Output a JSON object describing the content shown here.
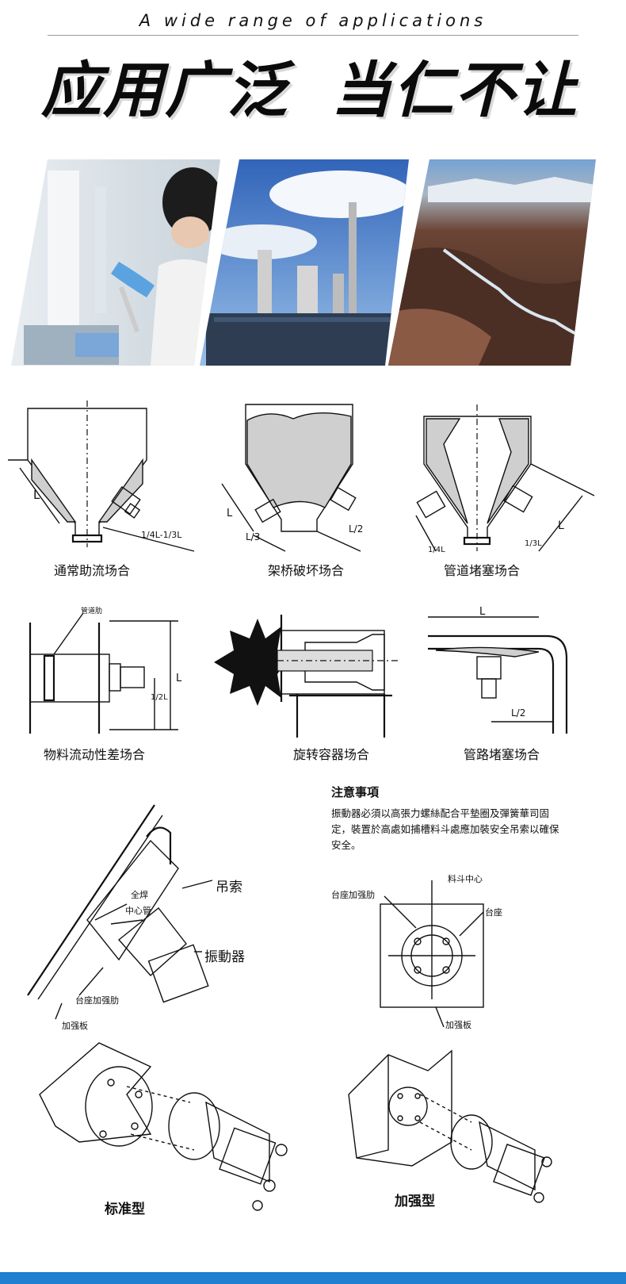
{
  "header": {
    "subtitle": "A wide range of applications",
    "title_left": "应用广泛",
    "title_right": "当仁不让"
  },
  "photos": [
    {
      "name": "laboratory-photo"
    },
    {
      "name": "refinery-photo"
    },
    {
      "name": "canyon-photo"
    }
  ],
  "diagrams": {
    "row1": [
      {
        "caption": "通常助流场合",
        "labels": [
          "L",
          "1/4L-1/3L"
        ]
      },
      {
        "caption": "架桥破坏场合",
        "labels": [
          "L",
          "L/3",
          "L/2"
        ]
      },
      {
        "caption": "管道堵塞场合",
        "labels": [
          "L",
          "1/4L",
          "1/3L"
        ]
      }
    ],
    "row2": [
      {
        "caption": "物料流动性差场合",
        "labels": [
          "管道肋",
          "L",
          "1/2L"
        ]
      },
      {
        "caption": "旋转容器场合",
        "labels": []
      },
      {
        "caption": "管路堵塞场合",
        "labels": [
          "L",
          "L/2"
        ]
      }
    ]
  },
  "notes": {
    "title": "注意事項",
    "text": "振動器必須以高張力螺絲配合平墊圈及彈簧華司固定，裝置於高處如捕槽料斗處應加裝安全吊索以確保安全。"
  },
  "install": {
    "left_labels": [
      "吊索",
      "全焊",
      "中心管",
      "振動器",
      "台座加强肋",
      "加强板"
    ],
    "right_labels": [
      "料斗中心",
      "台座加强肋",
      "台座",
      "加强板"
    ]
  },
  "bottom": {
    "left_caption": "标准型",
    "right_caption": "加强型"
  },
  "colors": {
    "accent": "#1f7fd1"
  }
}
